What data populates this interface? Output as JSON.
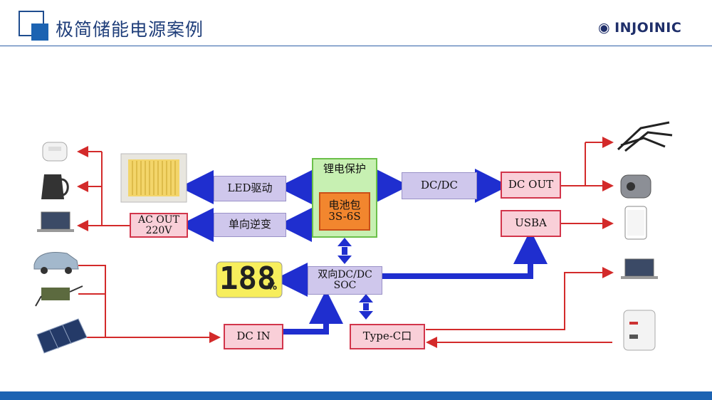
{
  "header": {
    "title": "极简储能电源案例",
    "logo": "INJOINIC"
  },
  "colors": {
    "accent": "#1c63b2",
    "red_line": "#d32a2a",
    "blue_arrow": "#1f2ecf"
  },
  "blocks": {
    "led_driver": "LED驱动",
    "inverter": "单向逆变",
    "ac_out": "AC OUT\n220V",
    "protection": "锂电保护",
    "battery": "电池包\n3S-6S",
    "dcdc": "DC/DC",
    "dc_out": "DC OUT",
    "usba": "USBA",
    "bidir": "双向DC/DC\nSOC",
    "dc_in": "DC IN",
    "typec": "Type-C口"
  },
  "display": {
    "digits": "188",
    "unit": "%"
  },
  "devices": {
    "left": [
      "rice-cooker-icon",
      "kettle-icon",
      "laptop-icon",
      "car-icon",
      "charger-icon",
      "solar-panel-icon"
    ],
    "right": [
      "dc-cable-icon",
      "car-charger-icon",
      "phone-icon",
      "laptop-icon",
      "usb-charger-icon"
    ]
  }
}
